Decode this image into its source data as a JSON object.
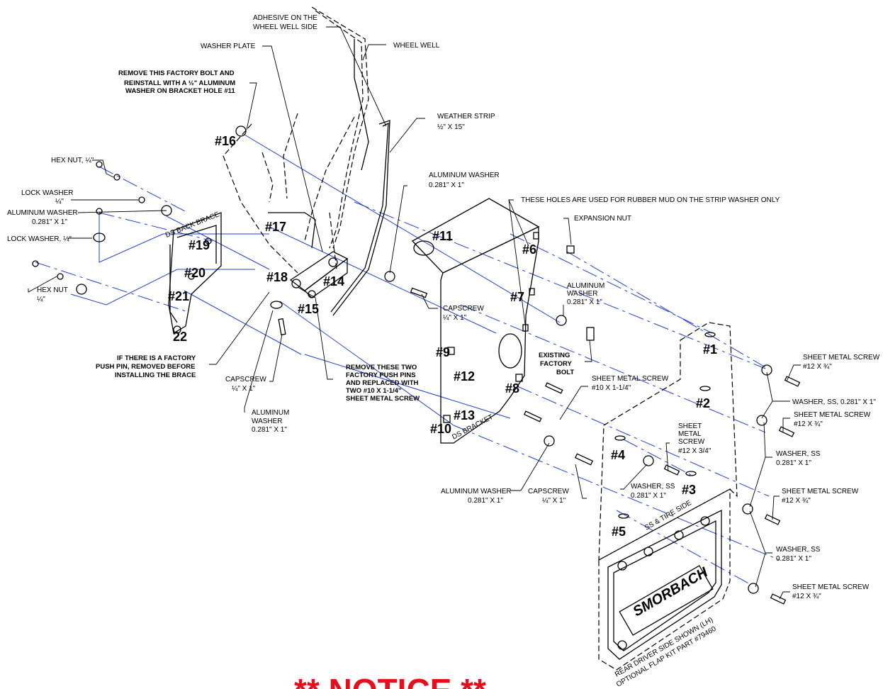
{
  "labels": {
    "adhesive": [
      "ADHESIVE ON THE",
      "WHEEL WELL SIDE"
    ],
    "wheel_well": "WHEEL WELL",
    "washer_plate": "WASHER PLATE",
    "remove_factory_bolt": [
      "REMOVE THIS FACTORY BOLT AND",
      "REINSTALL WITH A ½\" ALUMINUM",
      "WASHER ON BRACKET HOLE #11"
    ],
    "weather_strip": [
      "WEATHER STRIP",
      "½\" X 15\""
    ],
    "hex_nut_top": "HEX NUT, ¼\"",
    "lock_washer_top": [
      "LOCK WASHER",
      "¼\""
    ],
    "aluminum_washer_left": [
      "ALUMINUM WASHER",
      "0.281\" X 1\""
    ],
    "lock_washer_bottom": "LOCK WASHER, ¼\"",
    "hex_nut_bottom": [
      "HEX NUT",
      "¼\""
    ],
    "aluminum_washer_mid": [
      "ALUMINUM WASHER",
      "0.281\" X 1\""
    ],
    "holes_note": "THESE HOLES ARE USED FOR RUBBER MUD ON THE STRIP WASHER ONLY",
    "expansion_nut": "EXPANSION NUT",
    "aluminum_washer_right": [
      "ALUMINUM",
      "WASHER",
      "0.281\" X 1\""
    ],
    "capscrew_mid": [
      "CAPSCREW",
      "¼\" X 1\""
    ],
    "existing_bolt": [
      "EXISTING",
      "FACTORY",
      "BOLT"
    ],
    "push_pin_note": [
      "IF THERE IS A FACTORY",
      "PUSH PIN, REMOVED BEFORE",
      "INSTALLING THE BRACE"
    ],
    "capscrew_left": [
      "CAPSCREW",
      "¼\" X 1\""
    ],
    "aluminum_washer_bottom_left": [
      "ALUMINUM",
      "WASHER",
      "0.281\" X 1\""
    ],
    "remove_push_pins": [
      "REMOVE THESE TWO",
      "FACTORY PUSH PINS",
      "AND REPLACED WITH",
      "TWO #10 X 1-1/4\"",
      "SHEET METAL SCREW"
    ],
    "sheet_metal_screw_10": [
      "SHEET METAL SCREW",
      "#10 X 1-1/4\""
    ],
    "aluminum_washer_bottom": [
      "ALUMINUM WASHER",
      "0.281\" X 1\""
    ],
    "capscrew_bottom": [
      "CAPSCREW",
      "¼\" X 1\""
    ],
    "sheet_metal_screw_mid": [
      "SHEET",
      "METAL",
      "SCREW",
      "#12 X 3/4\""
    ],
    "washer_ss_mid": [
      "WASHER, SS",
      "0.281\" X 1\""
    ],
    "sms_r1": [
      "SHEET METAL SCREW",
      "#12 X ¾\""
    ],
    "washer_ss_r1": "WASHER, SS, 0.281\" X 1\"",
    "sms_r2": [
      "SHEET METAL SCREW",
      "#12 X ¾\""
    ],
    "washer_ss_r2": [
      "WASHER, SS",
      "0.281\" X 1\""
    ],
    "sms_r3": [
      "SHEET METAL SCREW",
      "#12 X ¾\""
    ],
    "washer_ss_r3": [
      "WASHER, SS",
      "0.281\" X 1\""
    ],
    "sms_r4": [
      "SHEET METAL SCREW",
      "#12 X ¾\""
    ],
    "ds_back_brace": "DS BACK BRACE",
    "ds_bracket": "DS BRACKET",
    "ss_tire_side": "SS & TIRE SIDE",
    "rear_driver_side": "REAR DRIVER SIDE SHOWN (LH)",
    "optional_flap_kit": "OPTIONAL FLAP KIT PART #79460",
    "brand": "SMORBACH"
  },
  "hole_numbers": {
    "n1": "#1",
    "n2": "#2",
    "n3": "#3",
    "n4": "#4",
    "n5": "#5",
    "n6": "#6",
    "n7": "#7",
    "n8": "#8",
    "n9": "#9",
    "n10": "#10",
    "n11": "#11",
    "n12": "#12",
    "n13": "#13",
    "n14": "#14",
    "n15": "#15",
    "n16": "#16",
    "n17": "#17",
    "n18": "#18",
    "n19": "#19",
    "n20": "#20",
    "n21": "#21",
    "n22": "22"
  },
  "notice": "** NOTICE **",
  "colors": {
    "centerline": "#1f3fd6",
    "notice": "#e4101c",
    "line": "#000000"
  }
}
